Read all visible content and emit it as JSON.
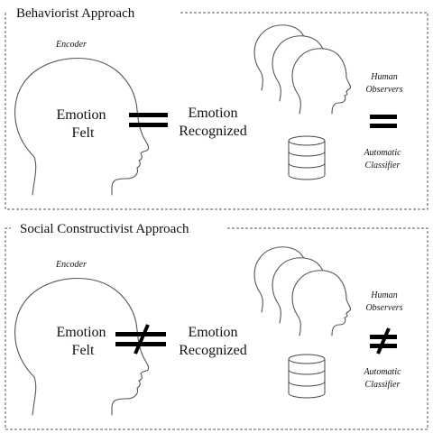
{
  "panels": [
    {
      "title": "Behaviorist Approach",
      "encoder_label": "Encoder",
      "emotion_felt": [
        "Emotion",
        "Felt"
      ],
      "emotion_recognized": [
        "Emotion",
        "Recognized"
      ],
      "human_observers": [
        "Human",
        "Observers"
      ],
      "automatic_classifier": [
        "Automatic",
        "Classifier"
      ],
      "relation": "equal"
    },
    {
      "title": "Social Constructivist Approach",
      "encoder_label": "Encoder",
      "emotion_felt": [
        "Emotion",
        "Felt"
      ],
      "emotion_recognized": [
        "Emotion",
        "Recognized"
      ],
      "human_observers": [
        "Human",
        "Observers"
      ],
      "automatic_classifier": [
        "Automatic",
        "Classifier"
      ],
      "relation": "not-equal"
    }
  ]
}
